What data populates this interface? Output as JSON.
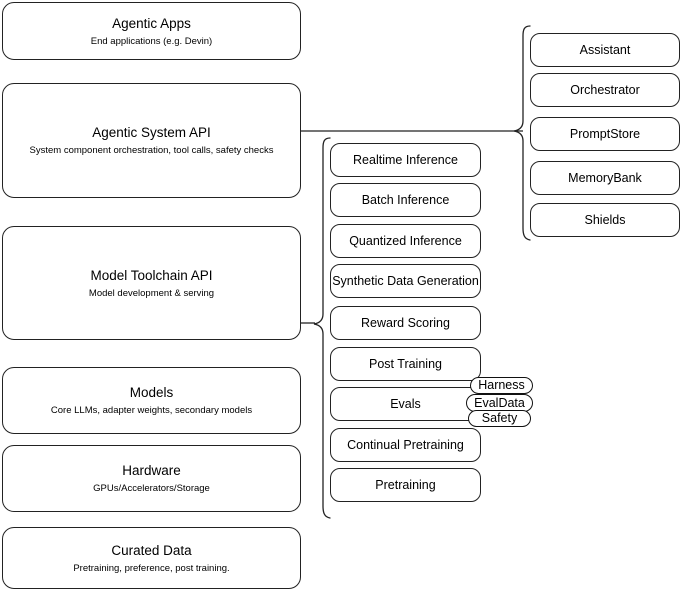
{
  "diagram": {
    "title": "Llama Stack layered architecture",
    "stroke_color": "#222222",
    "background_color": "#ffffff"
  },
  "left_column": {
    "layers": [
      {
        "title": "Agentic Apps",
        "subtitle": "End applications (e.g. Devin)"
      },
      {
        "title": "Agentic System API",
        "subtitle": "System component orchestration, tool calls, safety checks"
      },
      {
        "title": "Model Toolchain API",
        "subtitle": "Model development & serving"
      },
      {
        "title": "Models",
        "subtitle": "Core LLMs, adapter weights, secondary models"
      },
      {
        "title": "Hardware",
        "subtitle": "GPUs/Accelerators/Storage"
      },
      {
        "title": "Curated Data",
        "subtitle": "Pretraining, preference, post training."
      }
    ]
  },
  "toolchain_column": {
    "items": [
      {
        "label": "Realtime Inference"
      },
      {
        "label": "Batch Inference"
      },
      {
        "label": "Quantized Inference"
      },
      {
        "label": "Synthetic Data Generation"
      },
      {
        "label": "Reward Scoring"
      },
      {
        "label": "Post Training"
      },
      {
        "label": "Evals"
      },
      {
        "label": "Continual Pretraining"
      },
      {
        "label": "Pretraining"
      }
    ]
  },
  "eval_pills": {
    "items": [
      {
        "label": "Harness"
      },
      {
        "label": "EvalData"
      },
      {
        "label": "Safety"
      }
    ]
  },
  "agentic_column": {
    "items": [
      {
        "label": "Assistant"
      },
      {
        "label": "Orchestrator"
      },
      {
        "label": "PromptStore"
      },
      {
        "label": "MemoryBank"
      },
      {
        "label": "Shields"
      }
    ]
  }
}
